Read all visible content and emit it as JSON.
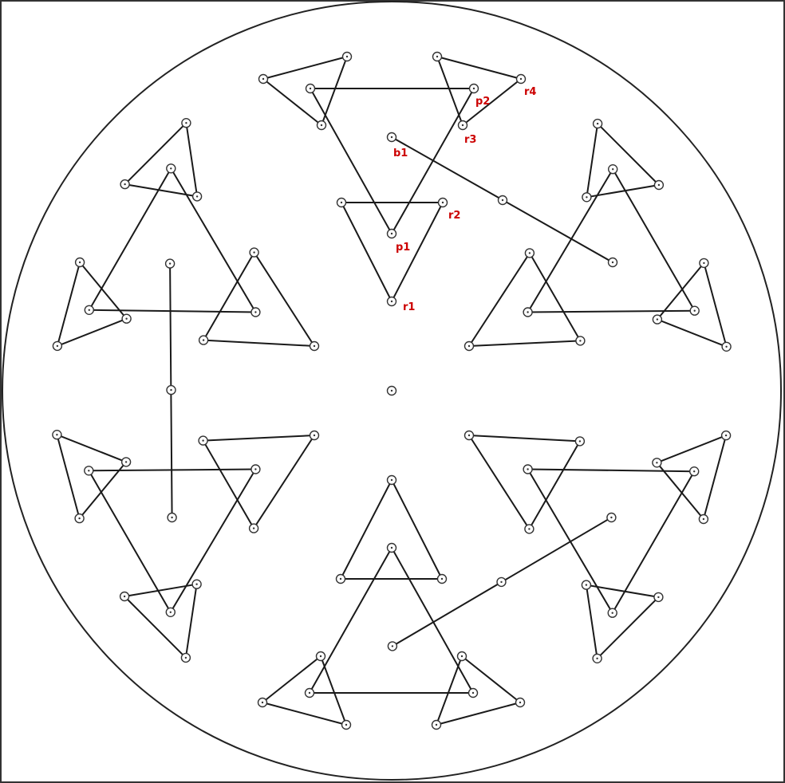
{
  "diagram": {
    "colors": {
      "line": "#1a1a1a",
      "node": "#333333",
      "label": "#cc0000",
      "background": "#ffffff"
    },
    "labels": [
      {
        "id": "b1",
        "text": "b1"
      },
      {
        "id": "p1",
        "text": "p1"
      },
      {
        "id": "p2",
        "text": "p2"
      },
      {
        "id": "r1",
        "text": "r1"
      },
      {
        "id": "r2",
        "text": "r2"
      },
      {
        "id": "r3",
        "text": "r3"
      },
      {
        "id": "r4",
        "text": "r4"
      }
    ]
  }
}
